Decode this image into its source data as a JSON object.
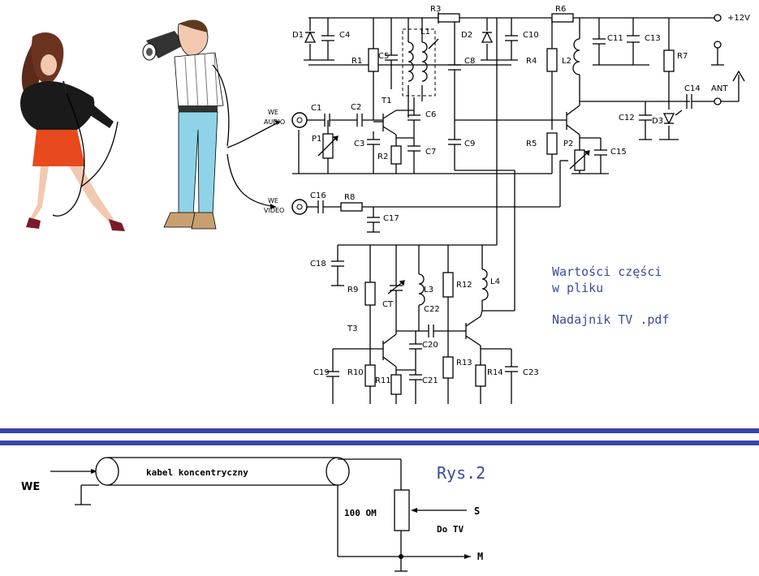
{
  "schematic": {
    "supply_label": "+12V",
    "antenna_label": "ANT",
    "input_audio": [
      "WE",
      "AUDIO"
    ],
    "input_video": [
      "WE",
      "VIDEO"
    ],
    "components": {
      "R1": "R1",
      "R2": "R2",
      "R3": "R3",
      "R4": "R4",
      "R5": "R5",
      "R6": "R6",
      "R7": "R7",
      "R8": "R8",
      "R9": "R9",
      "R10": "R10",
      "R11": "R11",
      "R12": "R12",
      "R13": "R13",
      "R14": "R14",
      "C1": "C1",
      "C2": "C2",
      "C3": "C3",
      "C4": "C4",
      "C5": "C5",
      "C6": "C6",
      "C7": "C7",
      "C8": "C8",
      "C9": "C9",
      "C10": "C10",
      "C11": "C11",
      "C12": "C12",
      "C13": "C13",
      "C14": "C14",
      "C15": "C15",
      "C16": "C16",
      "C17": "C17",
      "C18": "C18",
      "C19": "C19",
      "C20": "C20",
      "C21": "C21",
      "C22": "C22",
      "C23": "C23",
      "CT": "CT",
      "D1": "D1",
      "D2": "D2",
      "D3": "D3",
      "L1": "L1",
      "L2": "L2",
      "L3": "L3",
      "L4": "L4",
      "P1": "P1",
      "P2": "P2",
      "T1": "T1",
      "T3": "T3"
    }
  },
  "note": {
    "line1": "Wartości części",
    "line2": "w pliku",
    "line3": "Nadajnik TV .pdf"
  },
  "figure2": {
    "title": "Rys.2",
    "input_label": "WE",
    "cable_label": "kabel koncentryczny",
    "resistor_label": "100 OM",
    "output_label": "Do TV",
    "terminal_s": "S",
    "terminal_m": "M"
  },
  "colors": {
    "divider": "#3a46a8",
    "note_text": "#3b4aa0",
    "skirt": "#e8491d",
    "jeans": "#8fd3e8",
    "jacket": "#1a1a1a"
  }
}
